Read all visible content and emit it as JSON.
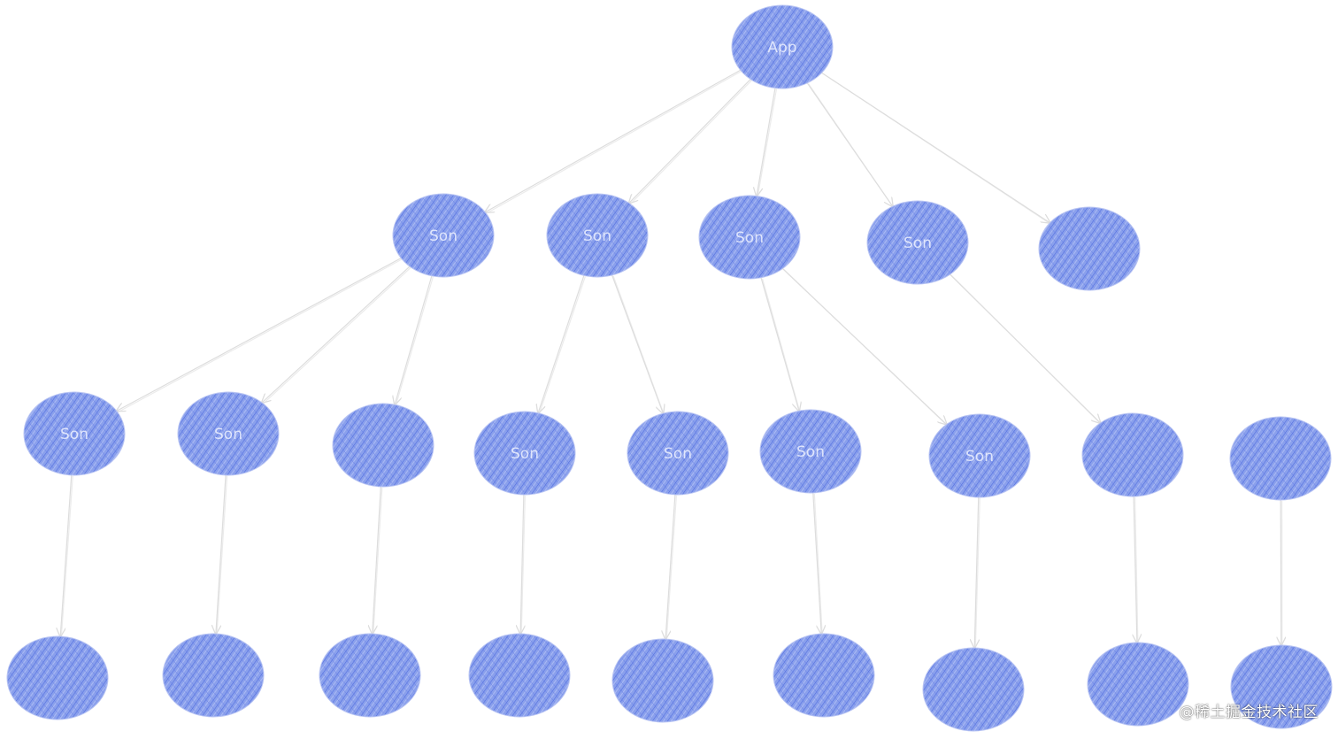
{
  "colors": {
    "node_fill": "#7f97ea",
    "hatch_dark": "#4f6be0",
    "hatch_light": "#c8d3f8",
    "edge": "#dddddd",
    "node_text": "#eef2ff"
  },
  "tree": {
    "root": {
      "id": "root",
      "label": "App"
    },
    "level1": [
      {
        "id": "l1-1",
        "label": "Son"
      },
      {
        "id": "l1-2",
        "label": "Son"
      },
      {
        "id": "l1-3",
        "label": "Son"
      },
      {
        "id": "l1-4",
        "label": "Son"
      },
      {
        "id": "l1-5",
        "label": ""
      }
    ],
    "level2": [
      {
        "id": "l2-1",
        "label": "Son",
        "parent": "l1-1"
      },
      {
        "id": "l2-2",
        "label": "Son",
        "parent": "l1-1"
      },
      {
        "id": "l2-3",
        "label": "",
        "parent": "l1-1"
      },
      {
        "id": "l2-4",
        "label": "Son",
        "parent": "l1-2"
      },
      {
        "id": "l2-5",
        "label": "Son",
        "parent": "l1-2"
      },
      {
        "id": "l2-6",
        "label": "Son",
        "parent": "l1-3"
      },
      {
        "id": "l2-7",
        "label": "Son",
        "parent": "l1-3"
      },
      {
        "id": "l2-8",
        "label": "",
        "parent": "l1-4"
      },
      {
        "id": "l2-9",
        "label": "",
        "parent": ""
      }
    ],
    "level3": [
      {
        "id": "l3-1",
        "label": "",
        "parent": "l2-1"
      },
      {
        "id": "l3-2",
        "label": "",
        "parent": "l2-2"
      },
      {
        "id": "l3-3",
        "label": "",
        "parent": "l2-3"
      },
      {
        "id": "l3-4",
        "label": "",
        "parent": "l2-4"
      },
      {
        "id": "l3-5",
        "label": "",
        "parent": "l2-5"
      },
      {
        "id": "l3-6",
        "label": "",
        "parent": "l2-6"
      },
      {
        "id": "l3-7",
        "label": "",
        "parent": "l2-7"
      },
      {
        "id": "l3-8",
        "label": "",
        "parent": "l2-8"
      },
      {
        "id": "l3-9",
        "label": "",
        "parent": "l2-9"
      }
    ]
  },
  "watermark": "@稀土掘金技术社区"
}
